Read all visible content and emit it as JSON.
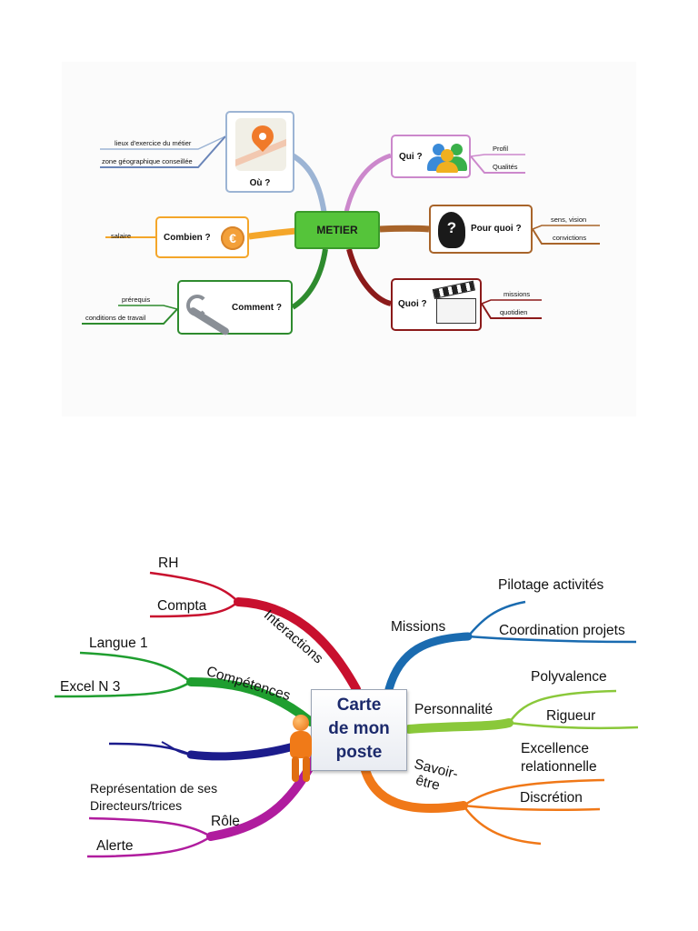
{
  "map1": {
    "center": "METIER",
    "colors": {
      "ou": "#9cb4d4",
      "qui": "#cc88cc",
      "combien": "#f4a62a",
      "pourquoi": "#a8642a",
      "comment": "#2e8b2e",
      "quoi": "#8b1a1a",
      "center": "#55c43a"
    },
    "ou": {
      "label": "Où ?",
      "items": [
        "lieux d'exercice du métier",
        "zone géographique conseillée"
      ]
    },
    "qui": {
      "label": "Qui ?",
      "items": [
        "Profil",
        "Qualités"
      ]
    },
    "combien": {
      "label": "Combien ?",
      "items": [
        "salaire"
      ]
    },
    "pourquoi": {
      "label": "Pour quoi ?",
      "items": [
        "sens, vision",
        "convictions"
      ]
    },
    "comment": {
      "label": "Comment ?",
      "items": [
        "prérequis",
        "conditions de travail"
      ]
    },
    "quoi": {
      "label": "Quoi ?",
      "items": [
        "missions",
        "quotidien"
      ]
    }
  },
  "map2": {
    "center": [
      "Carte",
      "de mon",
      "poste"
    ],
    "colors": {
      "interactions": "#c8102e",
      "competences": "#1f9e2f",
      "blank": "#1c1c8c",
      "role": "#b01c9e",
      "missions": "#1a6bb0",
      "personnalite": "#8ac83a",
      "savoir": "#f07818",
      "center_text": "#1c2a6c"
    },
    "interactions": {
      "label": "Interactions",
      "items": [
        "RH",
        "Compta"
      ]
    },
    "competences": {
      "label": "Compétences",
      "items": [
        "Langue 1",
        "Excel N 3"
      ]
    },
    "role": {
      "label": "Rôle",
      "items": [
        "Représentation de ses Directeurs/trices",
        "Alerte"
      ],
      "item1_lines": [
        "Représentation de ses",
        "Directeurs/trices"
      ]
    },
    "missions": {
      "label": "Missions",
      "items": [
        "Pilotage activités",
        "Coordination projets"
      ]
    },
    "personnalite": {
      "label": "Personnalité",
      "items": [
        "Polyvalence",
        "Rigueur"
      ]
    },
    "savoir_etre": {
      "label_lines": [
        "Savoir-",
        "être"
      ],
      "items": [
        "Excellence relationnelle",
        "Discrétion"
      ],
      "item1_lines": [
        "Excellence",
        "relationnelle"
      ]
    }
  }
}
